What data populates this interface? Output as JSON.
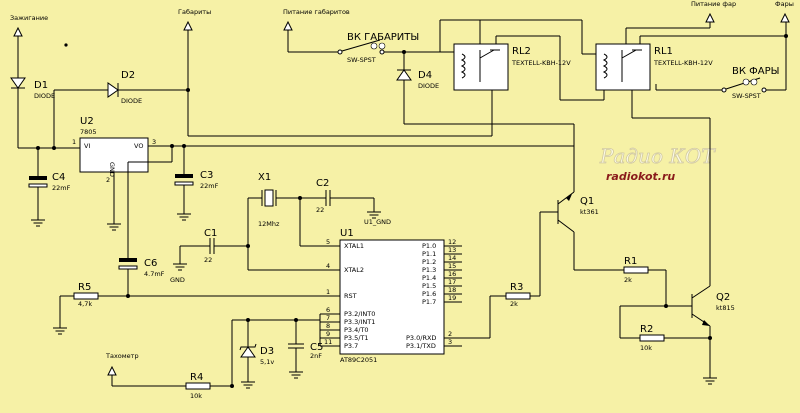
{
  "terminals": {
    "ignition": "Зажигание",
    "gabarity": "Габариты",
    "pitanie_gabaritov": "Питание габаритов",
    "pitanie_far": "Питание фар",
    "fary": "Фары",
    "tachometer": "Тахометр"
  },
  "components": {
    "D1": {
      "ref": "D1",
      "value": "DIODE"
    },
    "D2": {
      "ref": "D2",
      "value": "DIODE"
    },
    "D3": {
      "ref": "D3",
      "value": "5,1v"
    },
    "D4": {
      "ref": "D4",
      "value": "DIODE"
    },
    "U2": {
      "ref": "U2",
      "value": "7805",
      "pin_vi": "VI",
      "pin_vo": "VO",
      "pin_gnd": "GND",
      "pin1": "1",
      "pin2": "2",
      "pin3": "3"
    },
    "C1": {
      "ref": "C1",
      "value": "22"
    },
    "C2": {
      "ref": "C2",
      "value": "22"
    },
    "C3": {
      "ref": "C3",
      "value": "22mF"
    },
    "C4": {
      "ref": "C4",
      "value": "22mF"
    },
    "C5": {
      "ref": "C5",
      "value": "2nF"
    },
    "C6": {
      "ref": "C6",
      "value": "4.7mF"
    },
    "R1": {
      "ref": "R1",
      "value": "2k"
    },
    "R2": {
      "ref": "R2",
      "value": "10k"
    },
    "R3": {
      "ref": "R3",
      "value": "2k"
    },
    "R4": {
      "ref": "R4",
      "value": "10k"
    },
    "R5": {
      "ref": "R5",
      "value": "4,7k"
    },
    "X1": {
      "ref": "X1",
      "value": "12Mhz"
    },
    "Q1": {
      "ref": "Q1",
      "value": "kt361"
    },
    "Q2": {
      "ref": "Q2",
      "value": "kt815"
    },
    "RL1": {
      "ref": "RL1",
      "value": "TEXTELL-KBH-12V"
    },
    "RL2": {
      "ref": "RL2",
      "value": "TEXTELL-KBH-12V"
    },
    "SW1": {
      "ref": "ВК ГАБАРИТЫ",
      "value": "SW-SPST"
    },
    "SW2": {
      "ref": "ВК ФАРЫ",
      "value": "SW-SPST"
    },
    "U1": {
      "ref": "U1",
      "value": "AT89C2051",
      "left_pins": [
        {
          "num": "5",
          "name": "XTAL1"
        },
        {
          "num": "4",
          "name": "XTAL2"
        },
        {
          "num": "1",
          "name": "RST"
        },
        {
          "num": "6",
          "name": "P3.2/INT0"
        },
        {
          "num": "7",
          "name": "P3.3/INT1"
        },
        {
          "num": "8",
          "name": "P3.4/T0"
        },
        {
          "num": "9",
          "name": "P3.5/T1"
        },
        {
          "num": "11",
          "name": "P3.7"
        }
      ],
      "right_pins": [
        {
          "num": "12",
          "name": "P1.0"
        },
        {
          "num": "13",
          "name": "P1.1"
        },
        {
          "num": "14",
          "name": "P1.2"
        },
        {
          "num": "15",
          "name": "P1.3"
        },
        {
          "num": "16",
          "name": "P1.4"
        },
        {
          "num": "17",
          "name": "P1.5"
        },
        {
          "num": "18",
          "name": "P1.6"
        },
        {
          "num": "19",
          "name": "P1.7"
        },
        {
          "num": "2",
          "name": "P3.0/RXD"
        },
        {
          "num": "3",
          "name": "P3.1/TXD"
        }
      ]
    }
  },
  "labels": {
    "gnd": "GND",
    "u1_gnd": "U1_GND"
  },
  "watermark": {
    "title": "Радио КОТ",
    "url": "radiokot.ru"
  }
}
